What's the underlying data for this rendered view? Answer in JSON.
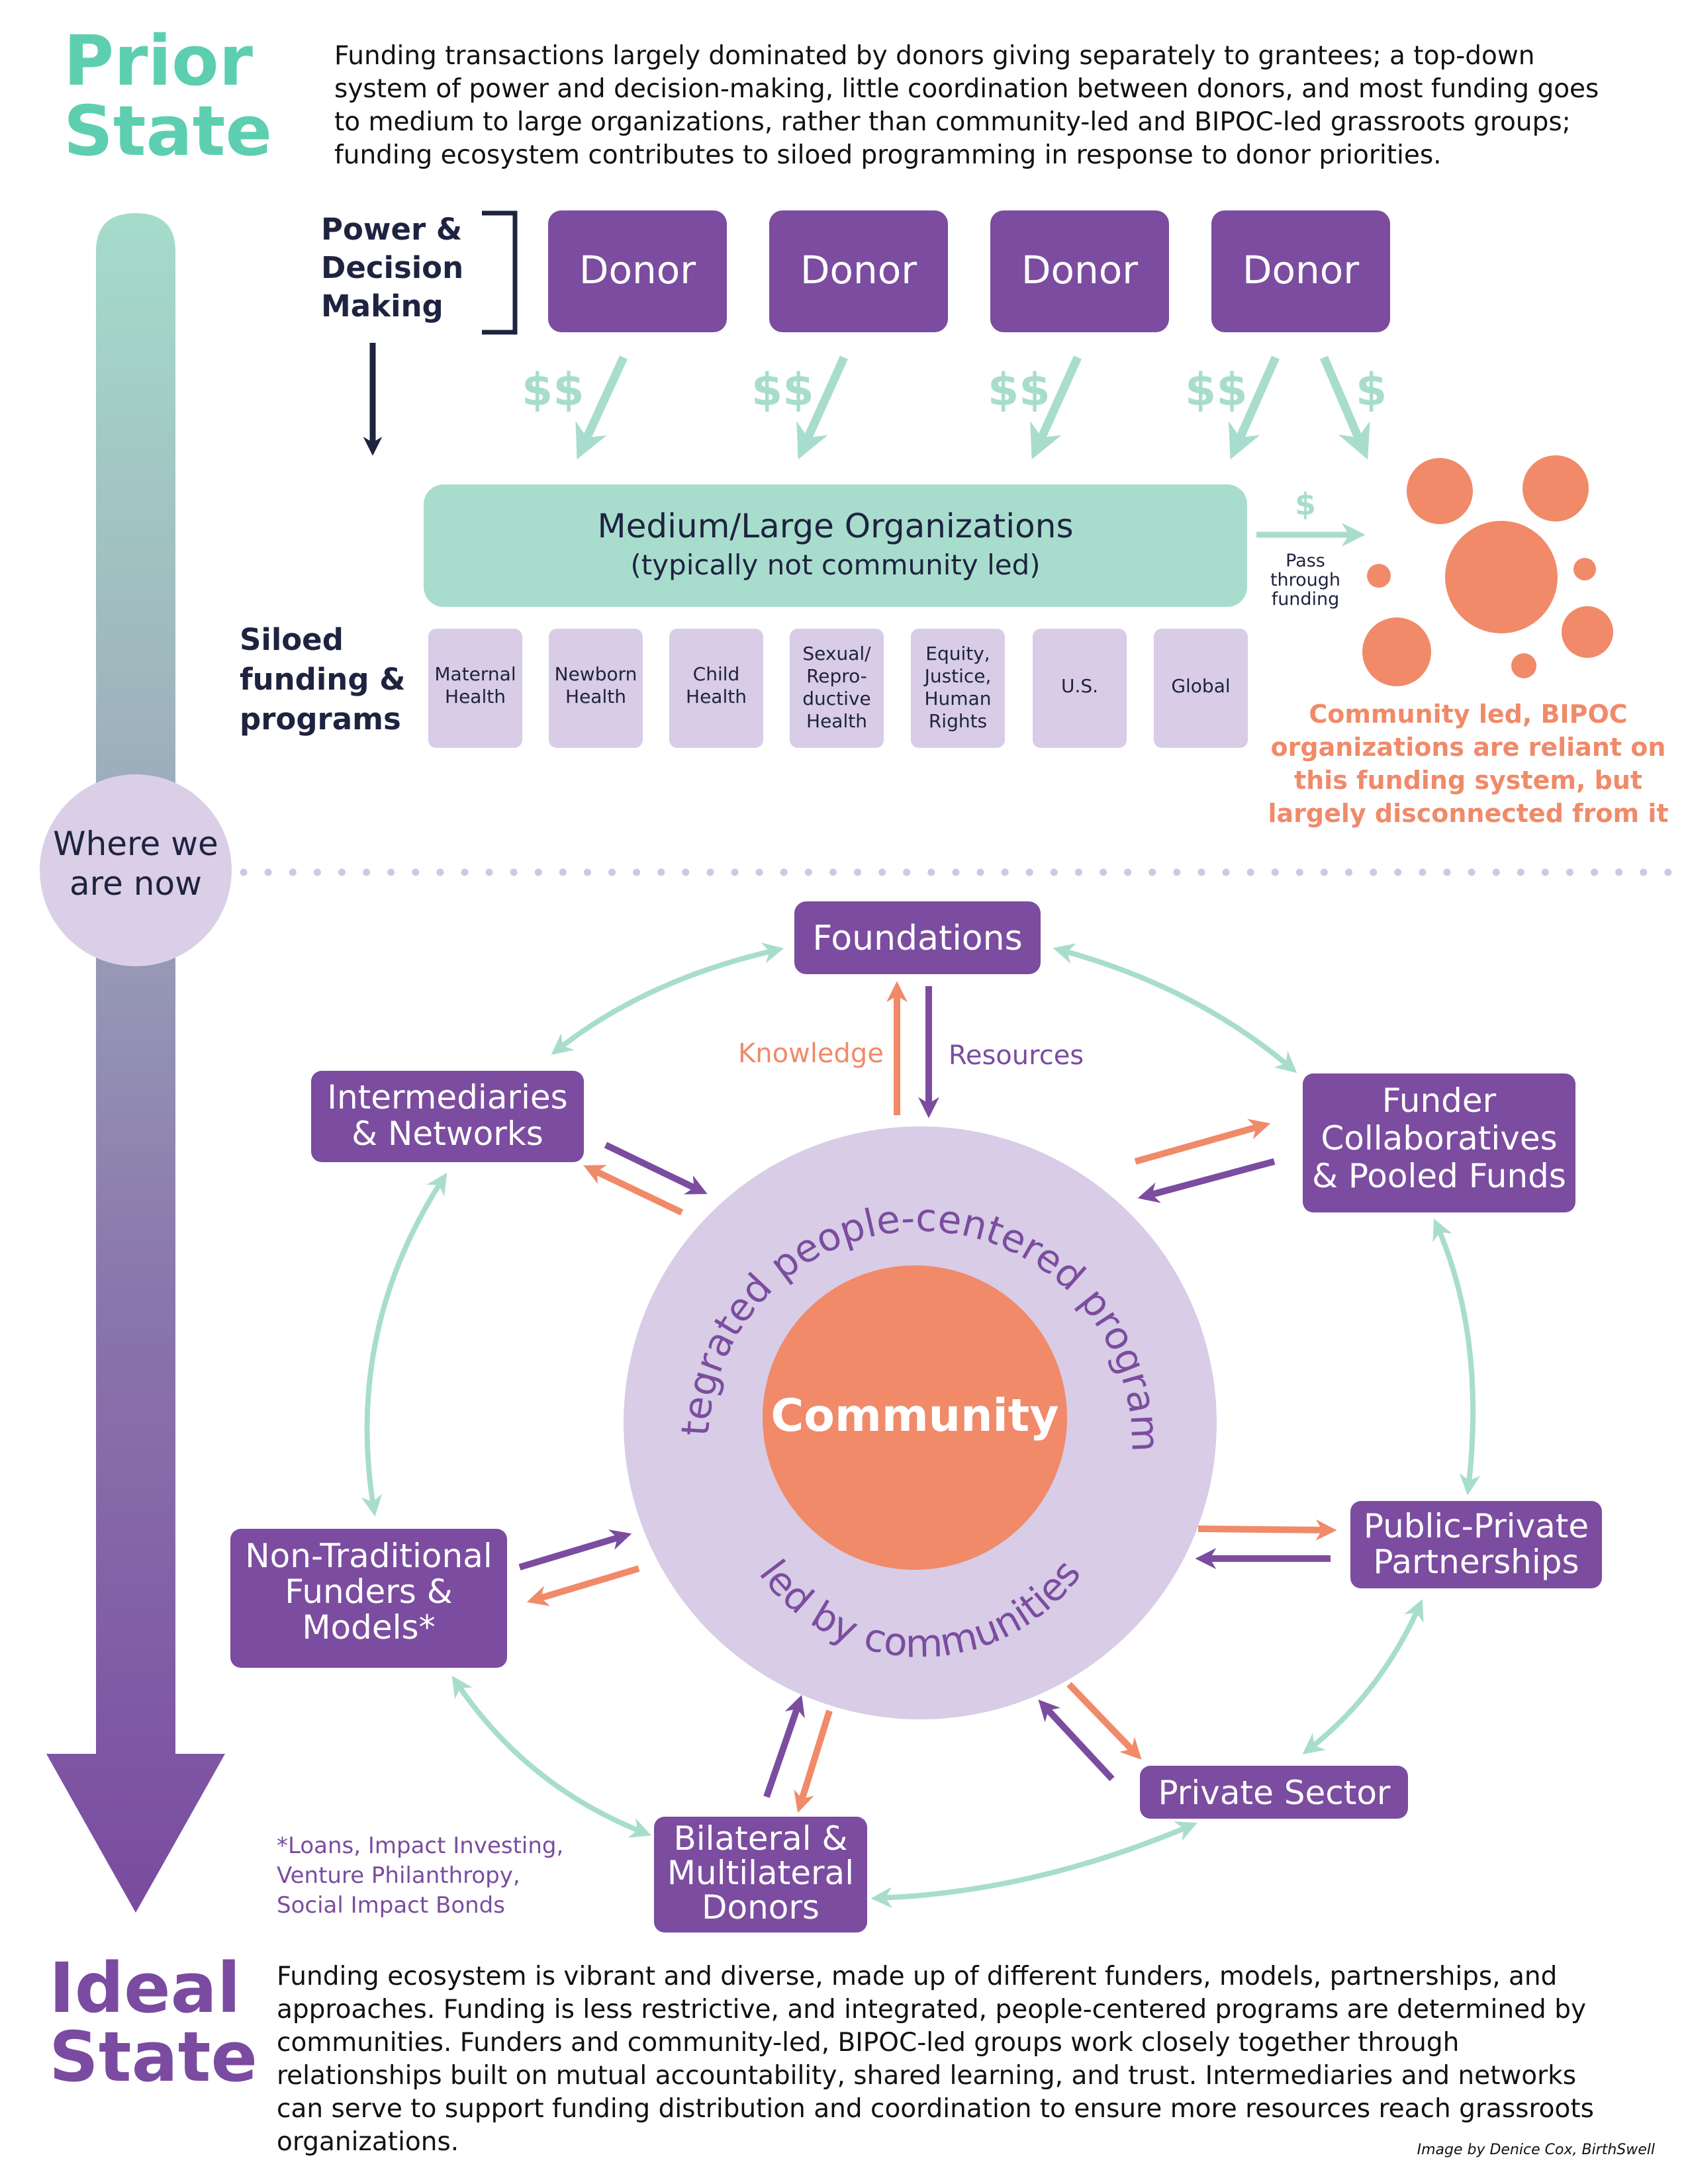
{
  "prior_state": {
    "title_line1": "Prior",
    "title_line2": "State",
    "description": "Funding transactions largely dominated by donors giving separately to grantees; a top-down system of power and decision-making, little coordination between donors, and most funding goes to medium to large organizations, rather than community-led and BIPOC-led grassroots groups; funding ecosystem contributes to siloed programming in response to donor priorities.",
    "power_label": [
      "Power &",
      "Decision",
      "Making"
    ],
    "donors": [
      "Donor",
      "Donor",
      "Donor",
      "Donor"
    ],
    "money_labels": [
      "$$",
      "$$",
      "$$",
      "$$",
      "$"
    ],
    "orgs_title": "Medium/Large Organizations",
    "orgs_subtitle": "(typically not community led)",
    "pass_money": "$",
    "pass_label": [
      "Pass",
      "through",
      "funding"
    ],
    "siloed_label": [
      "Siloed",
      "funding &",
      "programs"
    ],
    "silos": [
      [
        "Maternal",
        "Health"
      ],
      [
        "Newborn",
        "Health"
      ],
      [
        "Child",
        "Health"
      ],
      [
        "Sexual/",
        "Repro-",
        "ductive",
        "Health"
      ],
      [
        "Equity,",
        "Justice,",
        "Human",
        "Rights"
      ],
      [
        "U.S."
      ],
      [
        "Global"
      ]
    ],
    "community_note": [
      "Community led, BIPOC",
      "organizations are reliant on",
      "this funding system, but",
      "largely disconnected from it"
    ]
  },
  "timeline": {
    "marker": [
      "Where we",
      "are now"
    ]
  },
  "ideal_state": {
    "title_line1": "Ideal",
    "title_line2": "State",
    "description": "Funding ecosystem is vibrant and diverse, made up of different funders, models, partnerships, and approaches. Funding is less restrictive, and integrated, people-centered programs are determined by communities. Funders and community-led, BIPOC-led groups work closely together through relationships built on mutual accountability, shared learning, and trust. Intermediaries and networks can serve to support funding distribution and coordination to ensure more resources reach grassroots organizations.",
    "center_label": "Community",
    "ring_top_text": "Integrated people-centered programs",
    "ring_bottom_text": "led by communities",
    "knowledge_label": "Knowledge",
    "resources_label": "Resources",
    "nodes": {
      "foundations": [
        "Foundations"
      ],
      "intermediaries": [
        "Intermediaries",
        "& Networks"
      ],
      "funder_collaboratives": [
        "Funder",
        "Collaboratives",
        "& Pooled Funds"
      ],
      "non_traditional": [
        "Non-Traditional",
        "Funders &",
        "Models*"
      ],
      "public_private": [
        "Public-Private",
        "Partnerships"
      ],
      "private_sector": [
        "Private Sector"
      ],
      "bilateral": [
        "Bilateral &",
        "Multilateral",
        "Donors"
      ]
    },
    "footnote": [
      "*Loans, Impact Investing,",
      "Venture Philanthropy,",
      "Social Impact Bonds"
    ]
  },
  "credit": "Image by Denice Cox, BirthSwell",
  "colors": {
    "purple": "#7b4c9f",
    "teal": "#a8ddcd",
    "teal_text": "#5dcfb0",
    "orange": "#f08a69",
    "lavender": "#d8cce6",
    "navy": "#1e2340"
  }
}
